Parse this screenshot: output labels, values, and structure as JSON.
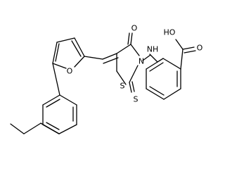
{
  "atoms": {
    "oxygen_furan": "O",
    "oxygen_carbonyl": "O",
    "sulfur_ring": "S",
    "nitrogen_ring": "N",
    "sulfur_thione": "S",
    "amine": "NH",
    "hydroxyl": "HO",
    "oxygen_acid": "O"
  }
}
